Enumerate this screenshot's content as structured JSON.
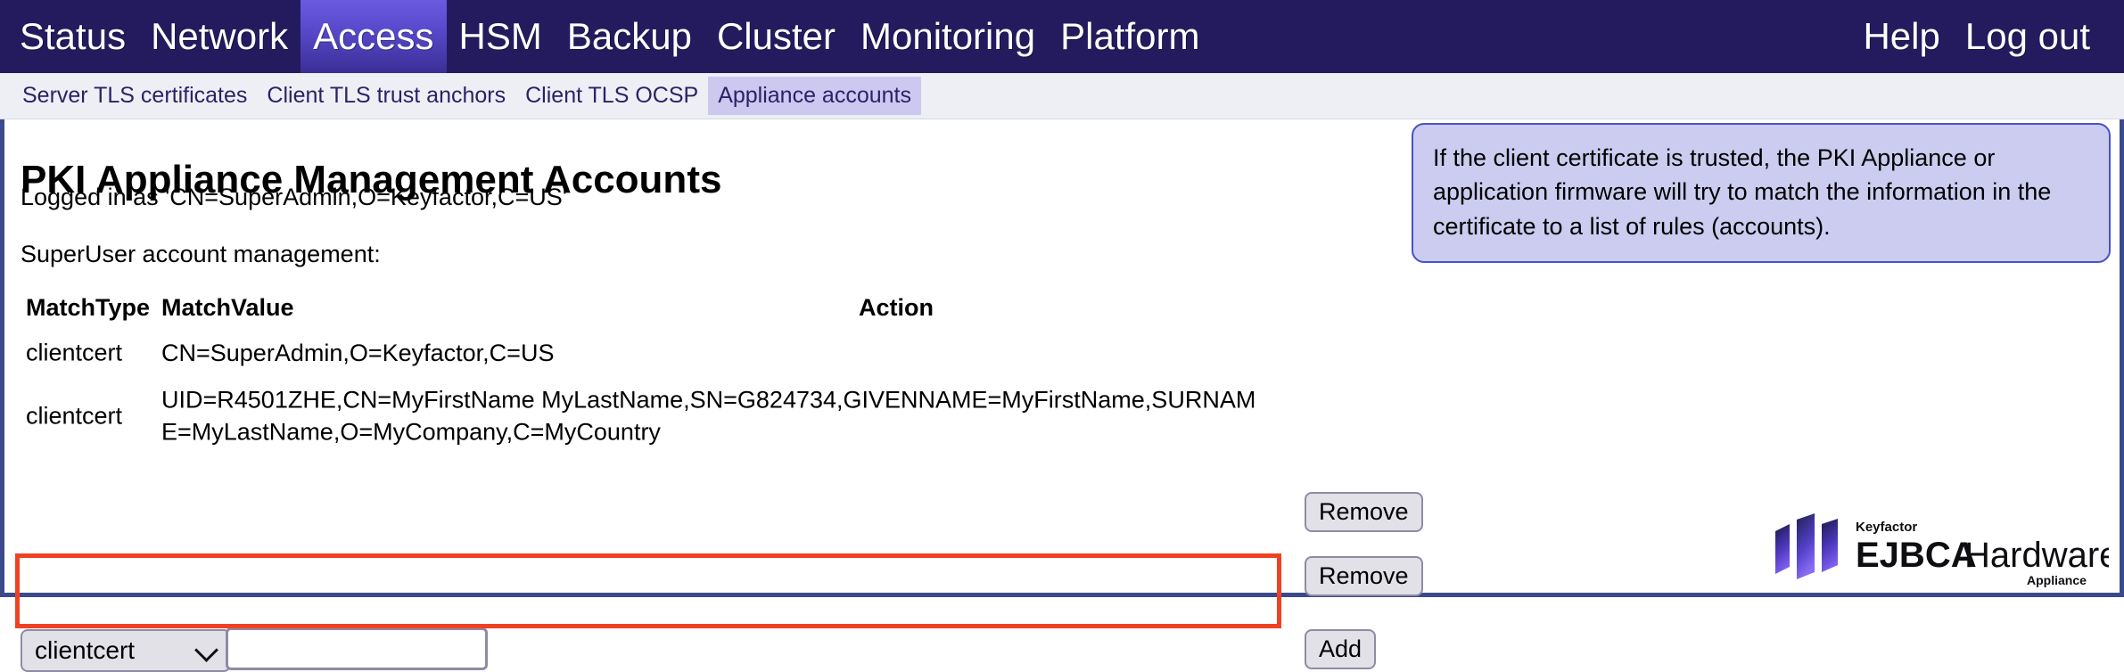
{
  "topnav": {
    "items": [
      {
        "label": "Status",
        "active": false
      },
      {
        "label": "Network",
        "active": false
      },
      {
        "label": "Access",
        "active": true
      },
      {
        "label": "HSM",
        "active": false
      },
      {
        "label": "Backup",
        "active": false
      },
      {
        "label": "Cluster",
        "active": false
      },
      {
        "label": "Monitoring",
        "active": false
      },
      {
        "label": "Platform",
        "active": false
      }
    ],
    "right_items": [
      {
        "label": "Help"
      },
      {
        "label": "Log out"
      }
    ]
  },
  "subnav": {
    "items": [
      {
        "label": "Server TLS certificates",
        "active": false
      },
      {
        "label": "Client TLS trust anchors",
        "active": false
      },
      {
        "label": "Client TLS OCSP",
        "active": false
      },
      {
        "label": "Appliance accounts",
        "active": true
      }
    ]
  },
  "main": {
    "page_title": "PKI Appliance Management Accounts",
    "logged_in_as": "Logged in as 'CN=SuperAdmin,O=Keyfactor,C=US'",
    "section_label": "SuperUser account management:",
    "table": {
      "headers": [
        "MatchType",
        "MatchValue",
        "Action"
      ],
      "rows": [
        {
          "match_type": "clientcert",
          "match_value": "CN=SuperAdmin,O=Keyfactor,C=US",
          "action_label": "Remove",
          "highlighted": false
        },
        {
          "match_type": "clientcert",
          "match_value": "UID=R4501ZHE,CN=MyFirstName MyLastName,SN=G824734,GIVENNAME=MyFirstName,SURNAME=MyLastName,O=MyCompany,C=MyCountry",
          "action_label": "Remove",
          "highlighted": true
        }
      ],
      "new_row": {
        "match_type_selected": "clientcert",
        "match_type_options": [
          "clientcert"
        ],
        "match_value": "",
        "match_value_placeholder": "",
        "action_label": "Add"
      }
    }
  },
  "callout": {
    "text": "If the client certificate is trusted, the PKI Appliance or application firmware will try to match the information in the certificate to a list of rules (accounts)."
  },
  "logo": {
    "brand": "Keyfactor",
    "product": "EJBCA Hardware",
    "product_bold": "EJBCA",
    "product_light": "Hardware",
    "subtitle": "Appliance"
  },
  "colors": {
    "navbar_bg": "#241b5f",
    "navbar_active": "#5b4ccf",
    "subnav_bg": "#edeff4",
    "subnav_active": "#ccc8f0",
    "content_border": "#3b4a8c",
    "highlight": "#ef4123",
    "callout_bg": "#ccccf0",
    "callout_border": "#4a52c8",
    "button_bg": "#e3e1e8",
    "button_border": "#8e8ba3",
    "logo_purple": "#6e44d9"
  }
}
